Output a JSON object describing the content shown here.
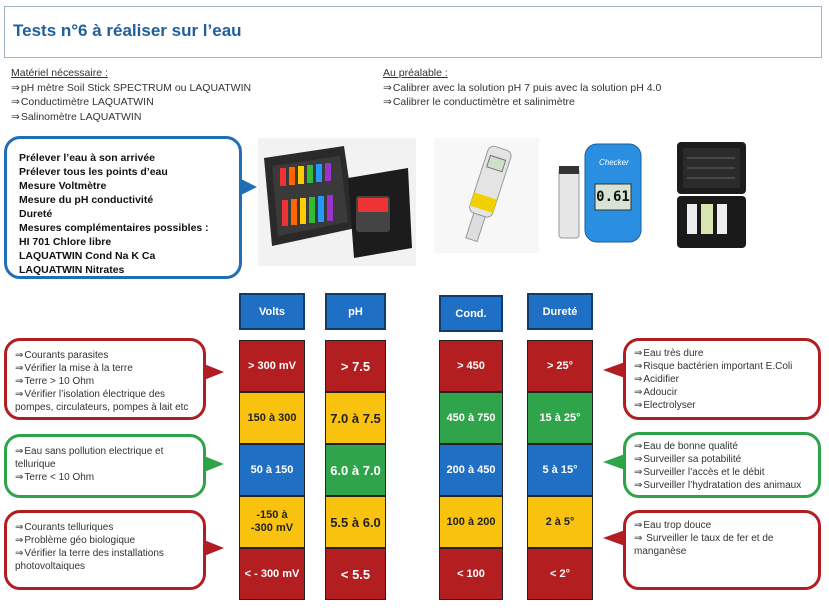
{
  "title": "Tests n°6 à réaliser sur l’eau",
  "materiel": {
    "heading": "Matériel nécessaire :",
    "items": [
      "pH mètre Soil Stick SPECTRUM ou LAQUATWIN",
      "Conductimètre LAQUATWIN",
      "Salinomètre LAQUATWIN"
    ]
  },
  "prealable": {
    "heading": "Au préalable :",
    "items": [
      "Calibrer avec la solution pH 7 puis avec la solution pH 4.0",
      "Calibrer le conductimètre et salinimètre"
    ]
  },
  "procedure": [
    "Prélever l’eau à son arrivée",
    "Prélever  tous les points d’eau",
    "Mesure Voltmètre",
    "Mesure du pH conductivité",
    "Dureté",
    "Mesures complémentaires possibles :",
    "HI 701 Chlore libre",
    "LAQUATWIN Cond Na K Ca",
    "LAQUATWIN Nitrates"
  ],
  "photos": {
    "checker_screen": "0.61",
    "checker_brand": "Checker"
  },
  "columns": {
    "volts": {
      "header": "Volts",
      "cells": [
        "> 300 mV",
        "150 à 300",
        "50 à 150",
        "-150 à -300 mV",
        "< - 300 mV"
      ]
    },
    "ph": {
      "header": "pH",
      "cells": [
        "> 7.5",
        "7.0 à 7.5",
        "6.0 à 7.0",
        "5.5 à 6.0",
        "< 5.5"
      ]
    },
    "cond": {
      "header": "Cond.",
      "cells": [
        "> 450",
        "450 à 750",
        "200 à 450",
        "100 à 200",
        "< 100"
      ]
    },
    "durete": {
      "header": "Dureté",
      "cells": [
        "> 25°",
        "15 à 25°",
        "5 à 15°",
        "2 à 5°",
        "< 2°"
      ]
    }
  },
  "left_callouts": {
    "top": [
      "Courants parasites",
      "Vérifier la mise à la terre",
      "Terre > 10 Ohm",
      "Vérifier l’isolation électrique des pompes, circulateurs, pompes à lait etc"
    ],
    "middle": [
      "Eau sans pollution electrique et tellurique",
      "Terre < 10 Ohm"
    ],
    "bottom": [
      "Courants telluriques",
      "Problème géo biologique",
      "Vérifier la terre des installations photovoltaiques"
    ]
  },
  "right_callouts": {
    "top": [
      "Eau très dure",
      "Risque bactérien important E.Coli",
      "Acidifier",
      "Adoucir",
      "Electrolyser"
    ],
    "middle": [
      "Eau de bonne qualité",
      "Surveiller sa potabilité",
      "Surveiller l’accès et le débit",
      "Surveiller l’hydratation des animaux"
    ],
    "bottom": [
      "Eau trop douce",
      " Surveiller le taux de fer et de manganèse"
    ]
  },
  "colors": {
    "red": "#b31e20",
    "yellow": "#f9c20f",
    "blue": "#1f6fc4",
    "green": "#2fa44a",
    "title_blue": "#1f5f9c"
  }
}
